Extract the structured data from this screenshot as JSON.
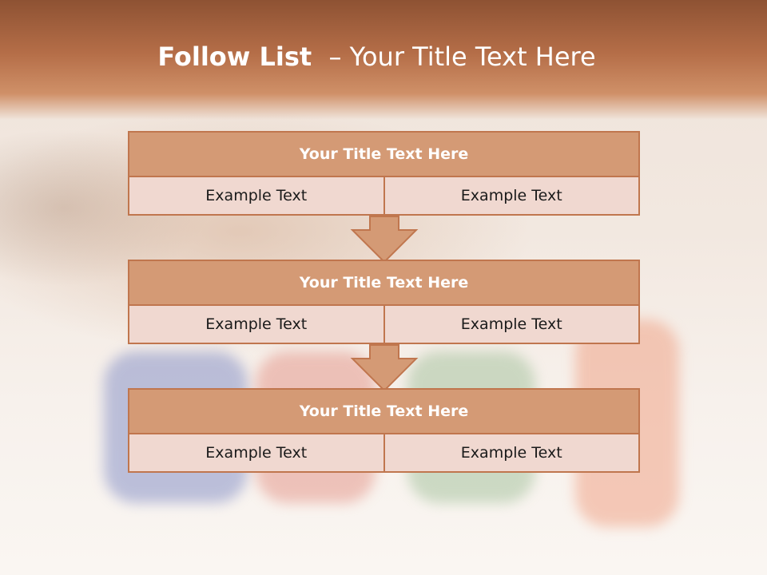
{
  "slide": {
    "title_bold": "Follow List ",
    "title_rest": " – Your Title Text Here"
  },
  "blocks": [
    {
      "title": "Your Title Text Here",
      "cells": [
        "Example Text",
        "Example Text"
      ]
    },
    {
      "title": "Your Title Text Here",
      "cells": [
        "Example Text",
        "Example Text"
      ]
    },
    {
      "title": "Your Title Text Here",
      "cells": [
        "Example Text",
        "Example Text"
      ]
    }
  ],
  "colors": {
    "header_fill": "#d49a75",
    "border": "#c0764e",
    "row_fill": "#f0d8d0",
    "top_band": "#b56e48"
  }
}
